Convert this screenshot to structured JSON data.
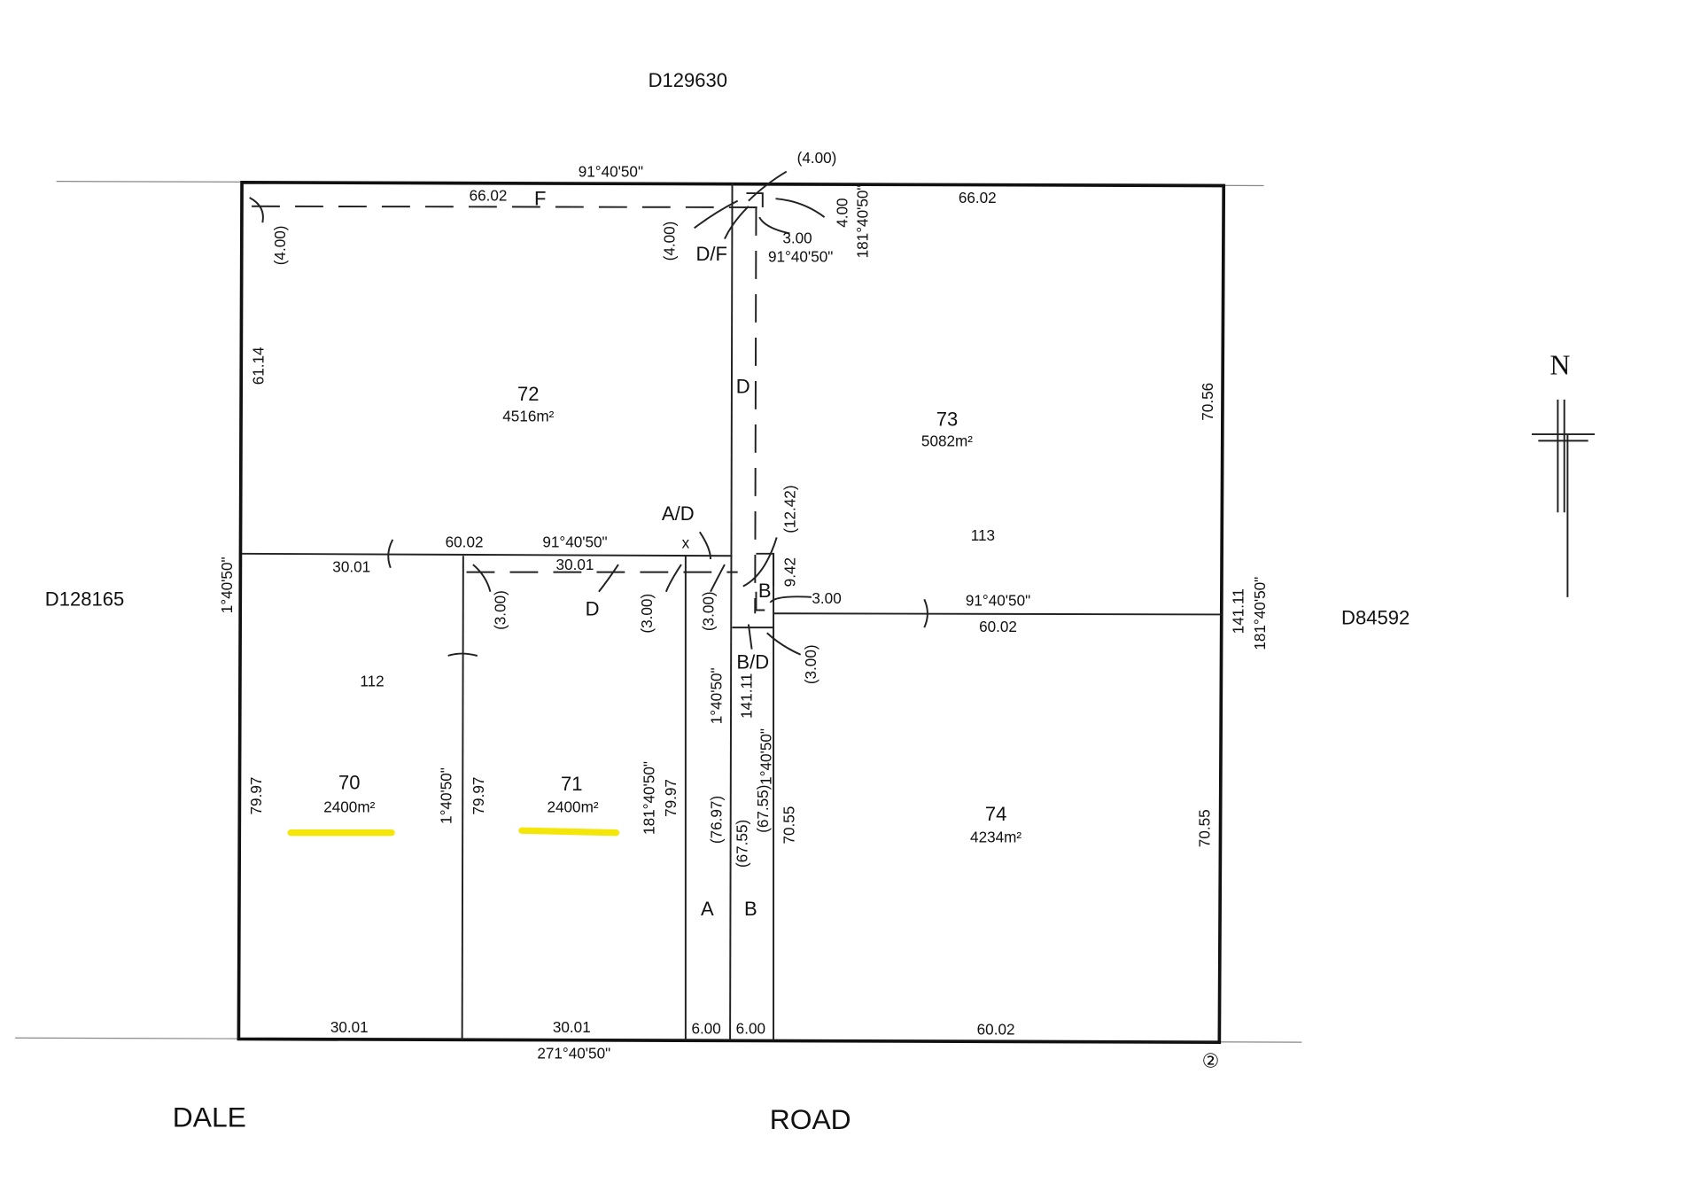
{
  "adjacent": {
    "north": "D129630",
    "west": "D128165",
    "east": "D84592"
  },
  "road": {
    "left": "DALE",
    "right": "ROAD"
  },
  "north_label": "N",
  "lots": [
    {
      "number": "72",
      "area": "4516m²"
    },
    {
      "number": "73",
      "area": "5082m²"
    },
    {
      "number": "70",
      "area": "2400m²"
    },
    {
      "number": "71",
      "area": "2400m²"
    },
    {
      "number": "74",
      "area": "4234m²"
    }
  ],
  "marks": {
    "m112": "112",
    "m113": "113",
    "circle2": "②",
    "x": "x"
  },
  "easements": {
    "F": "F",
    "DF": "D/F",
    "D1": "D",
    "AD": "A/D",
    "B1": "B",
    "D2": "D",
    "BD": "B/D",
    "A": "A",
    "B2": "B"
  },
  "dims": {
    "top_bearing": "91°40'50\"",
    "top_4": "(4.00)",
    "f_len": "66.02",
    "right_top": "66.02",
    "left_4": "(4.00)",
    "df_4": "(4.00)",
    "c_3": "3.00",
    "c_bearing": "91°40'50\"",
    "r_4": "4.00",
    "r_bearing": "181°40'50\"",
    "left_6114": "61.14",
    "right_7056": "70.56",
    "d1242": "(12.42)",
    "mid_6002": "60.02",
    "mid_bearing": "91°40'50\"",
    "mid_3001a": "30.01",
    "mid_3001b": "30.01",
    "d942": "9.42",
    "b_300": "3.00",
    "e_bearing": "91°40'50\"",
    "e_6002": "60.02",
    "e_14111": "141.11",
    "e_bearing_v": "181°40'50\"",
    "w_bearing": "1°40'50\"",
    "p300a": "(3.00)",
    "p300b": "(3.00)",
    "p300c": "(3.00)",
    "p300d": "(3.00)",
    "a_bearing": "1°40'50\"",
    "a_14111": "141.11",
    "b_bearing": "1°40'50\"",
    "b_6755": "(67.55)",
    "w_7997": "79.97",
    "l70_bearing": "1°40'50\"",
    "l71_7997": "79.97",
    "l71_bearing": "181°40'50\"",
    "l71_7997b": "79.97",
    "a_7697": "(76.97)",
    "a_6755": "(67.55)",
    "c_7055": "70.55",
    "e_7055": "70.55",
    "b_3001a": "30.01",
    "b_3001b": "30.01",
    "b_600a": "6.00",
    "b_600b": "6.00",
    "b_6002": "60.02",
    "bottom_bearing": "271°40'50\""
  },
  "colors": {
    "highlight": "#f5e60a"
  }
}
